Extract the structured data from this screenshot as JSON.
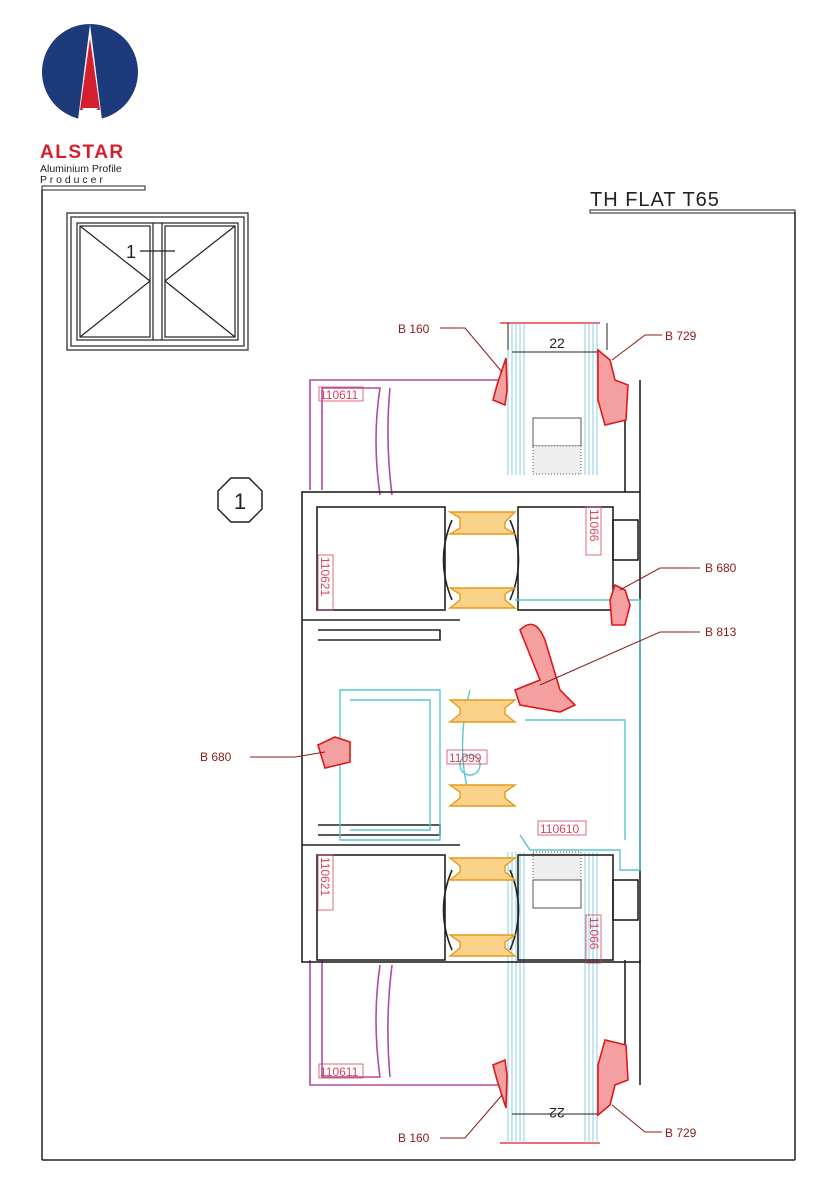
{
  "logo": {
    "brand": "ALSTAR",
    "line1": "Aluminium Profile",
    "line2": "P r o d u c e r"
  },
  "title": "TH FLAT T65",
  "thumbnail": {
    "section_marker": "1"
  },
  "section_marker": "1",
  "dimensions": {
    "top_glass": "22",
    "bottom_glass": "22"
  },
  "gasket_labels": {
    "top_left": "B 160",
    "top_right": "B 729",
    "right_upper": "B 680",
    "right_middle": "B 813",
    "left_middle": "B 680",
    "bottom_left": "B 160",
    "bottom_right": "B 729"
  },
  "profile_labels": {
    "top_sash_bead": "110611",
    "upper_frame_left": "110621",
    "upper_frame_right": "11066",
    "mullion": "11099",
    "mullion_cover": "110610",
    "lower_frame_left": "110621",
    "lower_frame_right": "11066",
    "bottom_sash_bead": "110611"
  },
  "colors": {
    "brand_blue": "#1d3a7a",
    "brand_red": "#d4202e",
    "label": "#8b1a1a",
    "profile_label": "#d9455a",
    "glass": "#7fc8e0",
    "thermal_break": "#e69a1a"
  }
}
